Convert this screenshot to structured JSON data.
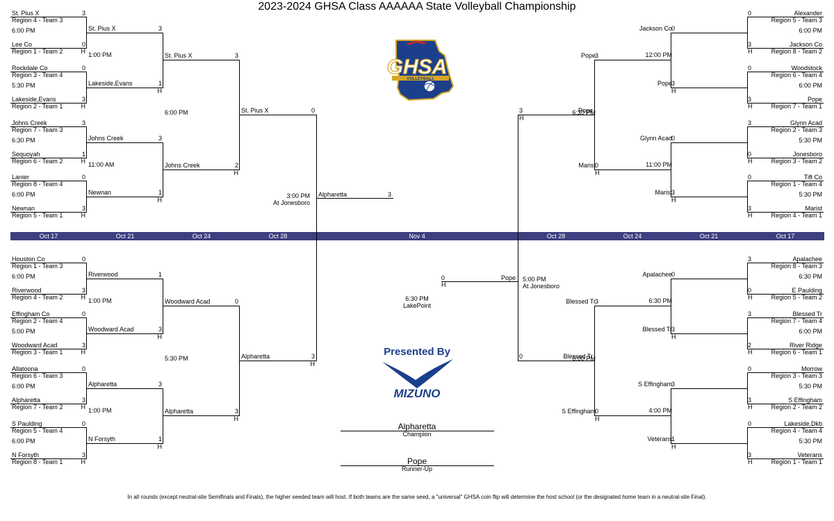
{
  "title": "2023-2024 GHSA Class AAAAAA State Volleyball Championship",
  "dates": {
    "oct17": "Oct 17",
    "oct21": "Oct 21",
    "oct24": "Oct 24",
    "oct28": "Oct 28",
    "nov4": "Nov 4"
  },
  "tl": {
    "r1": [
      {
        "team1": "St. Pius X",
        "seed1": "Region 4 - Team 3",
        "score1": "3",
        "time": "6:00 PM",
        "team2": "Lee Co",
        "seed2": "Region 1 - Team 2",
        "score2": "0"
      },
      {
        "team1": "Rockdale Co",
        "seed1": "Region 3 - Team 4",
        "score1": "0",
        "time": "5:30 PM",
        "team2": "Lakeside,Evans",
        "seed2": "Region 2 - Team 1",
        "score2": "3"
      },
      {
        "team1": "Johns Creek",
        "seed1": "Region 7 - Team 3",
        "score1": "3",
        "time": "6:30 PM",
        "team2": "Sequoyah",
        "seed2": "Region 6 - Team 2",
        "score2": "1"
      },
      {
        "team1": "Lanier",
        "seed1": "Region 8 - Team 4",
        "score1": "0",
        "time": "6:00 PM",
        "team2": "Newnan",
        "seed2": "Region 5 - Team 1",
        "score2": "3"
      }
    ],
    "r2": [
      {
        "team1": "St. Pius X",
        "score1": "3",
        "team2": "Lakeside,Evans",
        "score2": "1",
        "time": "1:00 PM"
      },
      {
        "team1": "Johns Creek",
        "score1": "3",
        "team2": "Newnan",
        "score2": "1",
        "time": "11:00 AM"
      }
    ],
    "r3": {
      "team1": "St. Pius X",
      "score1": "3",
      "team2": "Johns Creek",
      "score2": "2",
      "time": "6:00 PM"
    }
  },
  "bl": {
    "r1": [
      {
        "team1": "Houston Co",
        "seed1": "Region 1 - Team 3",
        "score1": "0",
        "time": "6:00 PM",
        "team2": "Riverwood",
        "seed2": "Region 4 - Team 2",
        "score2": "3"
      },
      {
        "team1": "Effingham Co",
        "seed1": "Region 2 - Team 4",
        "score1": "0",
        "time": "5:00 PM",
        "team2": "Woodward Acad",
        "seed2": "Region 3 - Team 1",
        "score2": "3"
      },
      {
        "team1": "Allatoona",
        "seed1": "Region 6 - Team 3",
        "score1": "0",
        "time": "6:00 PM",
        "team2": "Alpharetta",
        "seed2": "Region 7 - Team 2",
        "score2": "3"
      },
      {
        "team1": "S Paulding",
        "seed1": "Region 5 - Team 4",
        "score1": "0",
        "time": "6:00 PM",
        "team2": "N Forsyth",
        "seed2": "Region 8 - Team 1",
        "score2": "3"
      }
    ],
    "r2": [
      {
        "team1": "Riverwood",
        "score1": "1",
        "team2": "Woodward Acad",
        "score2": "3",
        "time": "1:00 PM"
      },
      {
        "team1": "Alpharetta",
        "score1": "3",
        "team2": "N Forsyth",
        "score2": "1",
        "time": "1:00 PM"
      }
    ],
    "r3": {
      "team1": "Woodward Acad",
      "score1": "0",
      "team2": "Alpharetta",
      "score2": "3",
      "time": "5:30 PM"
    }
  },
  "tr": {
    "r1": [
      {
        "team1": "Alexander",
        "seed1": "Region 5 - Team 3",
        "score1": "0",
        "time": "6:00 PM",
        "team2": "Jackson Co",
        "seed2": "Region 8 - Team 2",
        "score2": "3"
      },
      {
        "team1": "Woodstock",
        "seed1": "Region 6 - Team 4",
        "score1": "0",
        "time": "6:00 PM",
        "team2": "Pope",
        "seed2": "Region 7 - Team 1",
        "score2": "3"
      },
      {
        "team1": "Glynn Acad",
        "seed1": "Region 2 - Team 3",
        "score1": "3",
        "time": "5:30 PM",
        "team2": "Jonesboro",
        "seed2": "Region 3 - Team 2",
        "score2": "0"
      },
      {
        "team1": "Tift Co",
        "seed1": "Region 1 - Team 4",
        "score1": "0",
        "time": "5:30 PM",
        "team2": "Marist",
        "seed2": "Region 4 - Team 1",
        "score2": "3"
      }
    ],
    "r2": [
      {
        "team1": "Jackson Co",
        "score1": "0",
        "team2": "Pope",
        "score2": "3",
        "time": "12:00 PM"
      },
      {
        "team1": "Glynn Acad",
        "score1": "0",
        "team2": "Marist",
        "score2": "3",
        "time": "11:00 PM"
      }
    ],
    "r3": {
      "team1": "Pope",
      "score1": "3",
      "team2": "Marist",
      "score2": "0",
      "time": "6:30 PM"
    }
  },
  "br": {
    "r1": [
      {
        "team1": "Apalachee",
        "seed1": "Region 8 - Team 3",
        "score1": "3",
        "time": "6:30 PM",
        "team2": "E Paulding",
        "seed2": "Region 5 - Team 2",
        "score2": "0"
      },
      {
        "team1": "Blessed Tr",
        "seed1": "Region 7 - Team 4",
        "score1": "3",
        "time": "6:00 PM",
        "team2": "River Ridge",
        "seed2": "Region 6 - Team 1",
        "score2": "2"
      },
      {
        "team1": "Morrow",
        "seed1": "Region 3 - Team 3",
        "score1": "0",
        "time": "5:30 PM",
        "team2": "S Effingham",
        "seed2": "Region 2 - Team 2",
        "score2": "3"
      },
      {
        "team1": "Lakeside,Dkb",
        "seed1": "Region 4 - Team 4",
        "score1": "0",
        "time": "5:30 PM",
        "team2": "Veterans",
        "seed2": "Region 1 - Team 1",
        "score2": "3"
      }
    ],
    "r2": [
      {
        "team1": "Apalachee",
        "score1": "0",
        "team2": "Blessed Tr",
        "score2": "3",
        "time": "6:30 PM"
      },
      {
        "team1": "S Effingham",
        "score1": "3",
        "team2": "Veterans",
        "score2": "1",
        "time": "4:00 PM"
      }
    ],
    "r3": {
      "team1": "Blessed Tr",
      "score1": "3",
      "team2": "S Effingham",
      "score2": "0",
      "time": "6:00 PM"
    }
  },
  "semis": {
    "left": {
      "team1": "St. Pius X",
      "score1": "0",
      "team2": "Alpharetta",
      "score2": "3",
      "time": "3:00 PM",
      "venue": "At Jonesboro"
    },
    "right": {
      "team1": "Pope",
      "score1": "3",
      "team2": "Blessed Tr",
      "score2": "0",
      "time": "5:00 PM",
      "venue": "At Jonesboro"
    }
  },
  "final": {
    "team1": "Alpharetta",
    "score1": "3",
    "team2": "Pope",
    "score2": "0",
    "time": "6:30 PM",
    "venue": "LakePoint",
    "champion": "Alpharetta",
    "champion_label": "Champion",
    "runnerup": "Pope",
    "runnerup_label": "Runner-Up"
  },
  "home": "H",
  "logos": {
    "ghsa": "GHSA",
    "ghsa_sub": "VOLLEYBALL",
    "presented": "Presented By",
    "mizuno": "MIZUNO"
  },
  "colors": {
    "navy": "#1c3f8c",
    "date_bar": "#3d3f7f",
    "gold": "#d5a728",
    "red": "#c1272d"
  },
  "footnote": "In all rounds (except neutral-site Semifinals and Finals), the higher seeded team will host. If both teams are the same seed, a \"universal\" GHSA coin flip will determine the host school (or the designated home team in a neutral-site Final)."
}
